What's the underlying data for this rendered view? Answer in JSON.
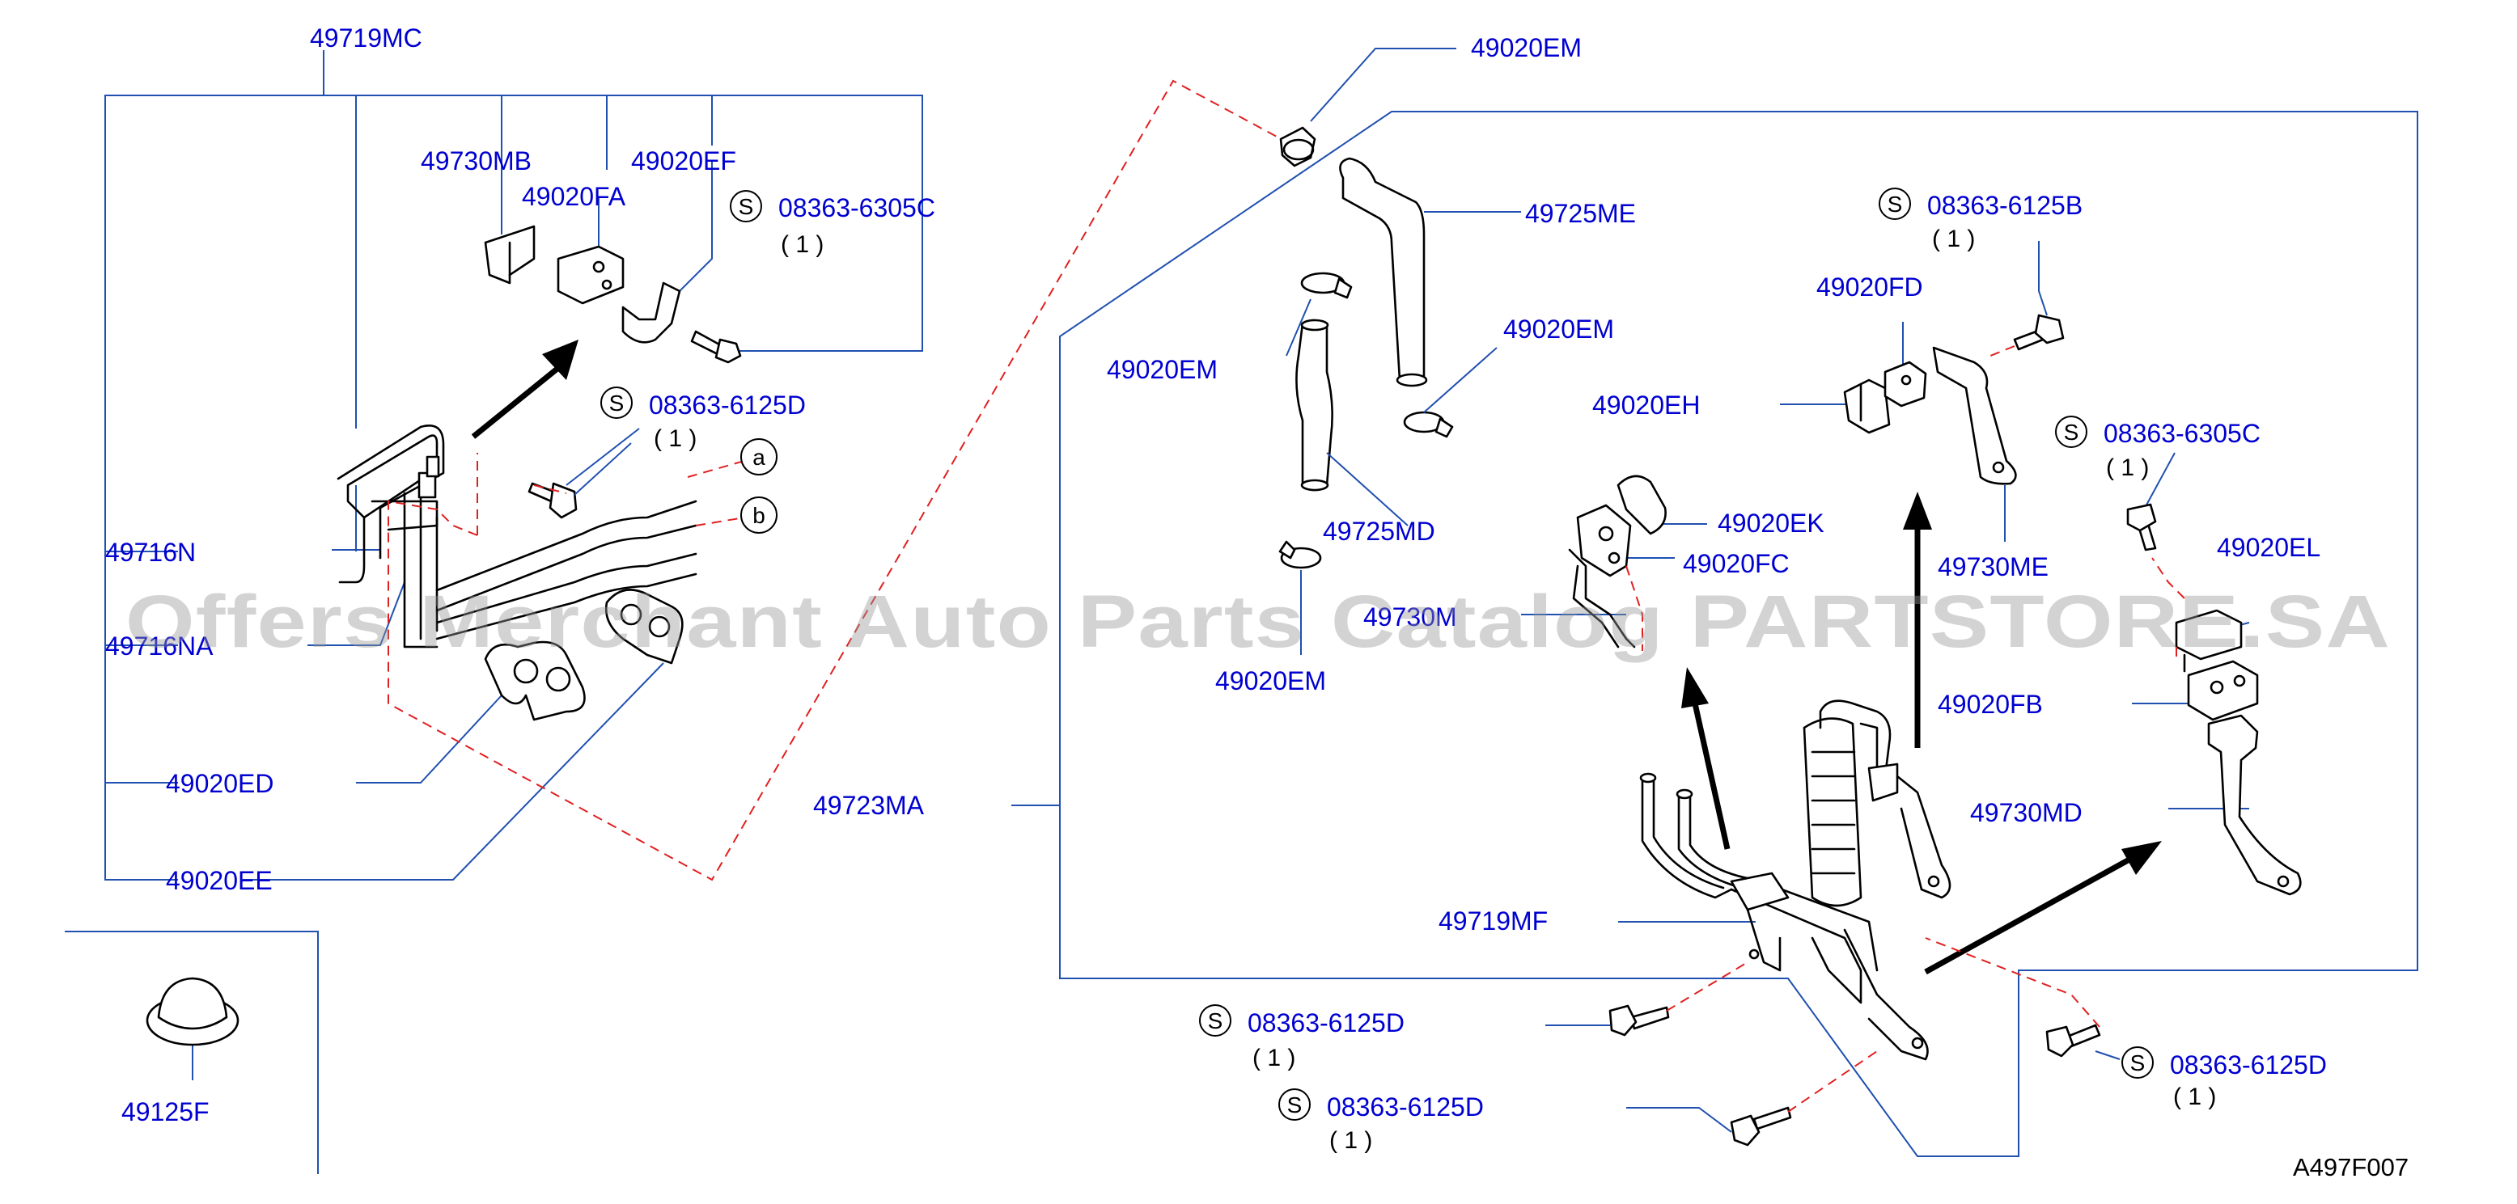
{
  "diagram": {
    "labels": {
      "p49719MC": "49719MC",
      "p49730MB": "49730MB",
      "p49020EF": "49020EF",
      "p49020FA": "49020FA",
      "p49716N": "49716N",
      "p49716NA": "49716NA",
      "p49020ED": "49020ED",
      "p49020EE": "49020EE",
      "p49125F": "49125F",
      "p49020EM_a": "49020EM",
      "p49725ME": "49725ME",
      "p49020EM_b": "49020EM",
      "p49020EM_c": "49020EM",
      "p49725MD": "49725MD",
      "p49020EM_d": "49020EM",
      "p49730M": "49730M",
      "p49723MA": "49723MA",
      "p49020EK": "49020EK",
      "p49020FC": "49020FC",
      "p49020EH": "49020EH",
      "p49020FD": "49020FD",
      "p49730ME": "49730ME",
      "p49020EL": "49020EL",
      "p49020FB": "49020FB",
      "p49730MD": "49730MD",
      "p49719MF": "49719MF"
    },
    "std_parts": {
      "s1": {
        "symbol": "S",
        "number": "08363-6305C",
        "qty": "( 1 )"
      },
      "s2": {
        "symbol": "S",
        "number": "08363-6125D",
        "qty": "( 1 )"
      },
      "s3": {
        "symbol": "S",
        "number": "08363-6125B",
        "qty": "( 1 )"
      },
      "s4": {
        "symbol": "S",
        "number": "08363-6305C",
        "qty": "( 1 )"
      },
      "s5": {
        "symbol": "S",
        "number": "08363-6125D",
        "qty": "( 1 )"
      },
      "s6": {
        "symbol": "S",
        "number": "08363-6125D",
        "qty": "( 1 )"
      },
      "s7": {
        "symbol": "S",
        "number": "08363-6125D",
        "qty": "( 1 )"
      }
    },
    "callouts": {
      "a": "a",
      "b": "b"
    },
    "diagram_code": "A497F007",
    "watermark": "Offers Merchant Auto Parts Catalog PARTSTORE.SA",
    "colors": {
      "label": "#0000d0",
      "leader": "#2050b0",
      "dashed": "#e02020",
      "parts": "#000000"
    }
  }
}
